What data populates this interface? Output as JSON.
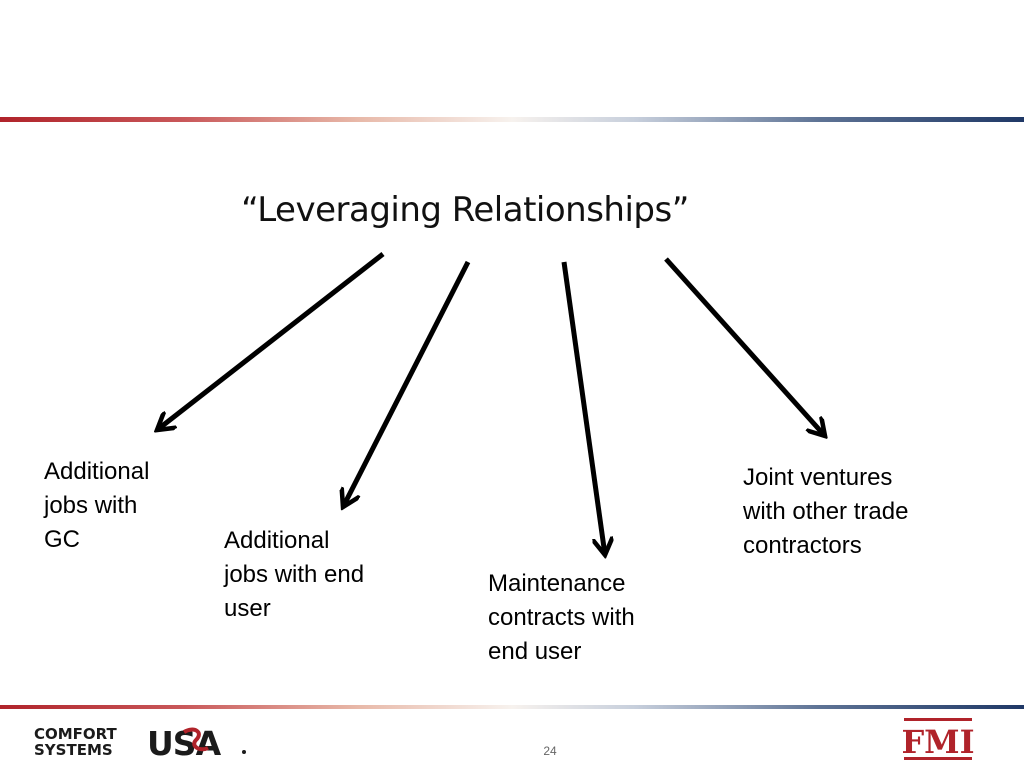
{
  "title": "“Leveraging Relationships”",
  "labels": {
    "gc": "Additional\njobs with\nGC",
    "end_user": "Additional\njobs with end\nuser",
    "maintenance": "Maintenance\ncontracts with\nend user",
    "joint": "Joint ventures\nwith other trade\ncontractors"
  },
  "footer": {
    "page_number": "24",
    "logo_left": [
      "COMFORT",
      "SYSTEMS",
      "USA"
    ],
    "logo_right": "FMI"
  },
  "colors": {
    "brand_red": "#b0232a",
    "brand_blue": "#1f3866",
    "arrow": "#000000"
  }
}
